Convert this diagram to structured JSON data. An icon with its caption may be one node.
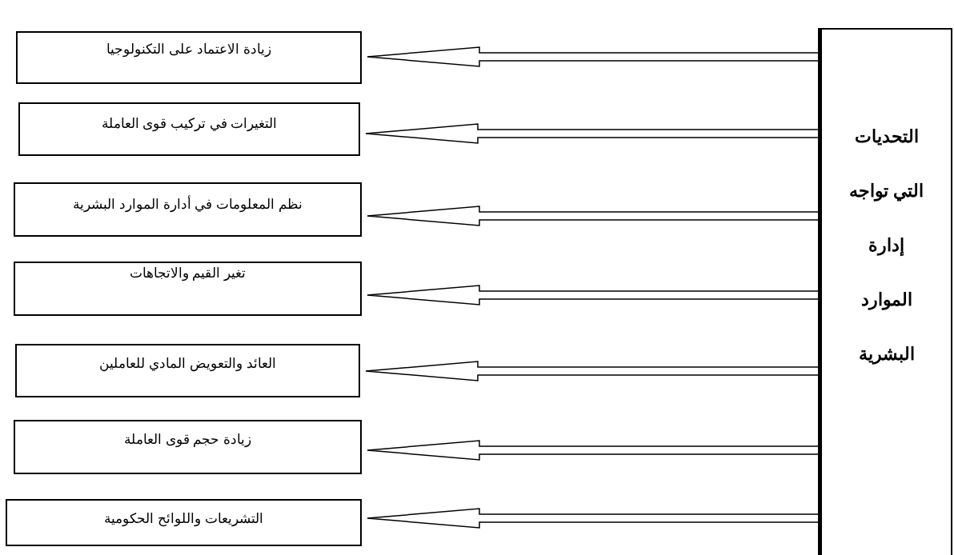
{
  "diagram": {
    "nodes": [
      {
        "text": [
          "التحديات التي تواجه إدارة الموارد البشرية"
        ]
      },
      {
        "text": [
          "زيادة الاعتماد على التكنولوجيا"
        ]
      },
      {
        "text": [
          "التغيرات في تركيب قوى العاملة"
        ]
      },
      {
        "text": [
          "نظم المعلومات في أدارة الموارد البشرية"
        ]
      },
      {
        "text": [
          "تغير القيم والاتجاهات"
        ]
      },
      {
        "text": [
          "العائد والتعويض المادي للعاملين"
        ]
      },
      {
        "text": [
          "زيادة حجم قوى العاملة"
        ]
      },
      {
        "text": [
          "التشريعات واللوائح الحكومية"
        ]
      }
    ],
    "edges": [
      {
        "from": 0,
        "to": 1,
        "arrow": "to"
      },
      {
        "from": 0,
        "to": 2,
        "arrow": "to"
      },
      {
        "from": 0,
        "to": 3,
        "arrow": "to"
      },
      {
        "from": 0,
        "to": 4,
        "arrow": "to"
      },
      {
        "from": 0,
        "to": 5,
        "arrow": "to"
      },
      {
        "from": 0,
        "to": 6,
        "arrow": "to"
      },
      {
        "from": 0,
        "to": 7,
        "arrow": "to"
      }
    ]
  }
}
